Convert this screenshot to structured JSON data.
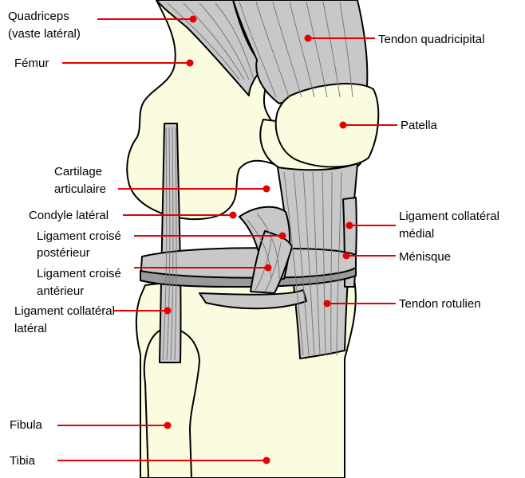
{
  "colors": {
    "bone": "#fbfbe0",
    "tissue": "#c8c8c8",
    "tissue_dark": "#9a9a9a",
    "outline": "#000000",
    "leader": "#e60000"
  },
  "labels": {
    "quadriceps_1": "Quadriceps",
    "quadriceps_2": "(vaste latéral)",
    "femur": "Fémur",
    "tendon_quadricipital": "Tendon quadricipital",
    "patella": "Patella",
    "cartilage_1": "Cartilage",
    "cartilage_2": "articulaire",
    "condyle_lateral": "Condyle latéral",
    "lcp_1": "Ligament croisé",
    "lcp_2": "postérieur",
    "lca_1": "Ligament croisé",
    "lca_2": "antérieur",
    "lcl_1": "Ligament collatéral",
    "lcl_2": "latéral",
    "lcm_1": "Ligament collatéral",
    "lcm_2": "médial",
    "menisque": "Ménisque",
    "tendon_rotulien": "Tendon rotulien",
    "fibula": "Fibula",
    "tibia": "Tibia"
  }
}
